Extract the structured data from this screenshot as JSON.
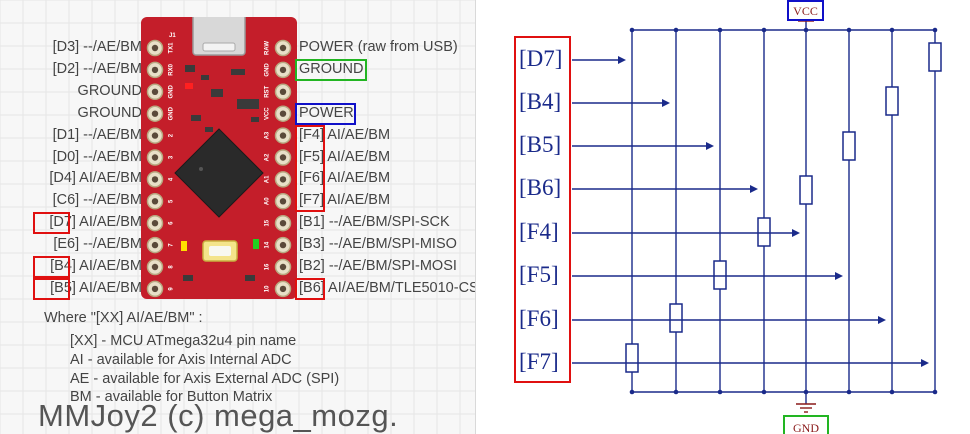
{
  "pinout": {
    "left_labels": [
      "[D3] --/AE/BM",
      "[D2] --/AE/BM",
      "GROUND",
      "GROUND",
      "[D1] --/AE/BM",
      "[D0] --/AE/BM",
      "[D4] AI/AE/BM",
      "[C6] --/AE/BM",
      "[D7] AI/AE/BM",
      "[E6] --/AE/BM",
      "[B4] AI/AE/BM",
      "[B5] AI/AE/BM"
    ],
    "right_labels": [
      "POWER (raw from USB)",
      "GROUND",
      "",
      "POWER",
      "[F4] AI/AE/BM",
      "[F5] AI/AE/BM",
      "[F6] AI/AE/BM",
      "[F7] AI/AE/BM",
      "[B1] --/AE/BM/SPI-SCK",
      "[B3] --/AE/BM/SPI-MISO",
      "[B2] --/AE/BM/SPI-MOSI",
      "[B6] AI/AE/BM/TLE5010-CS"
    ],
    "board_left_pins": [
      "TX1",
      "RX0",
      "GND",
      "GND",
      "2",
      "3",
      "4",
      "5",
      "6",
      "7",
      "8",
      "9"
    ],
    "board_right_pins": [
      "RAW",
      "GND",
      "RST",
      "VCC",
      "A3",
      "A2",
      "A1",
      "A0",
      "15",
      "14",
      "16",
      "10"
    ],
    "board_corner": "J1"
  },
  "legend": {
    "title": "Where \"[XX] AI/AE/BM\" :",
    "lines": [
      "[XX] - MCU ATmega32u4 pin name",
      "AI - available for Axis Internal ADC",
      "AE - available for Axis External ADC (SPI)",
      "BM - available for Button Matrix"
    ]
  },
  "credit": "MMJoy2 (c) mega_mozg.",
  "schematic": {
    "vcc_label": "VCC",
    "gnd_label": "GND",
    "signals": [
      "[D7]",
      "[B4]",
      "[B5]",
      "[B6]",
      "[F4]",
      "[F5]",
      "[F6]",
      "[F7]"
    ]
  },
  "colors": {
    "board": "#c41e2a",
    "highlight_red": "#e01010",
    "highlight_green": "#22b522",
    "highlight_blue": "#1010c8",
    "wire": "#1a2a8a",
    "schematic_text": "#1a2a8a",
    "supply_text": "#8a1a1a"
  }
}
